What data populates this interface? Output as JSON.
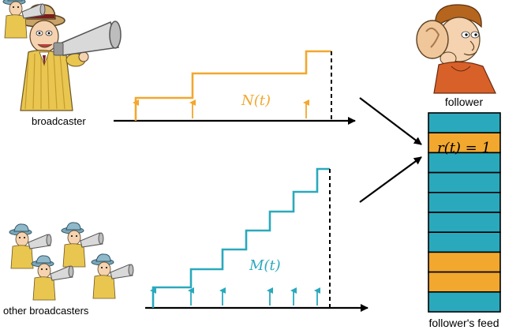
{
  "labels": {
    "broadcaster": "broadcaster",
    "other_broadcasters": "other broadcasters",
    "follower": "follower",
    "followers_feed": "follower's feed",
    "n_of_t": "N(t)",
    "m_of_t": "M(t)",
    "r_of_t": "r(t) = 1"
  },
  "colors": {
    "broadcaster_series": "#F2A72E",
    "others_series": "#2AA9BD",
    "feed_teal": "#2AA9BD",
    "feed_orange": "#F2A72E",
    "timeline": "#000000"
  },
  "feed_slots": [
    "teal",
    "orange",
    "teal",
    "teal",
    "teal",
    "teal",
    "teal",
    "orange",
    "orange",
    "teal"
  ],
  "icons": {
    "broadcaster": "megaphone-person-icon",
    "other_broadcasters": "megaphone-crowd-icon",
    "follower": "listening-person-icon"
  }
}
